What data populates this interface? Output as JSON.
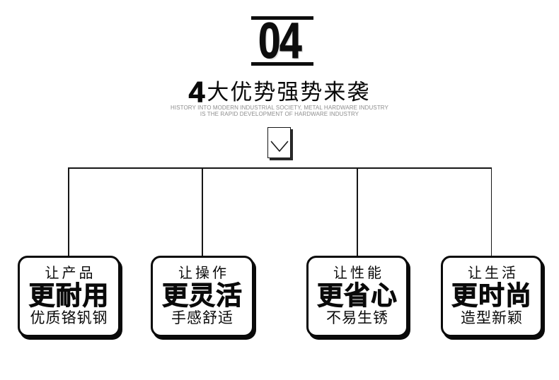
{
  "header": {
    "section_number": "04",
    "title_prefix": "4",
    "title_suffix": "大优势强势来袭",
    "subtitle_line1": "HISTORY INTO MODERN INDUSTRIAL SOCIETY, METAL HARDWARE INDUSTRY",
    "subtitle_line2": "IS THE RAPID DEVELOPMENT OF HARDWARE INDUSTRY"
  },
  "diagram": {
    "chevron_icon": "chevron-down",
    "cards": [
      {
        "tagline": "让产品",
        "headline": "更耐用",
        "detail": "优质铬钒钢"
      },
      {
        "tagline": "让操作",
        "headline": "更灵活",
        "detail": "手感舒适"
      },
      {
        "tagline": "让性能",
        "headline": "更省心",
        "detail": "不易生锈"
      },
      {
        "tagline": "让生活",
        "headline": "更时尚",
        "detail": "造型新颖"
      }
    ]
  },
  "colors": {
    "background": "#ffffff",
    "ink": "#0a0a0a",
    "subtitle_gray": "#8e8e8e"
  }
}
